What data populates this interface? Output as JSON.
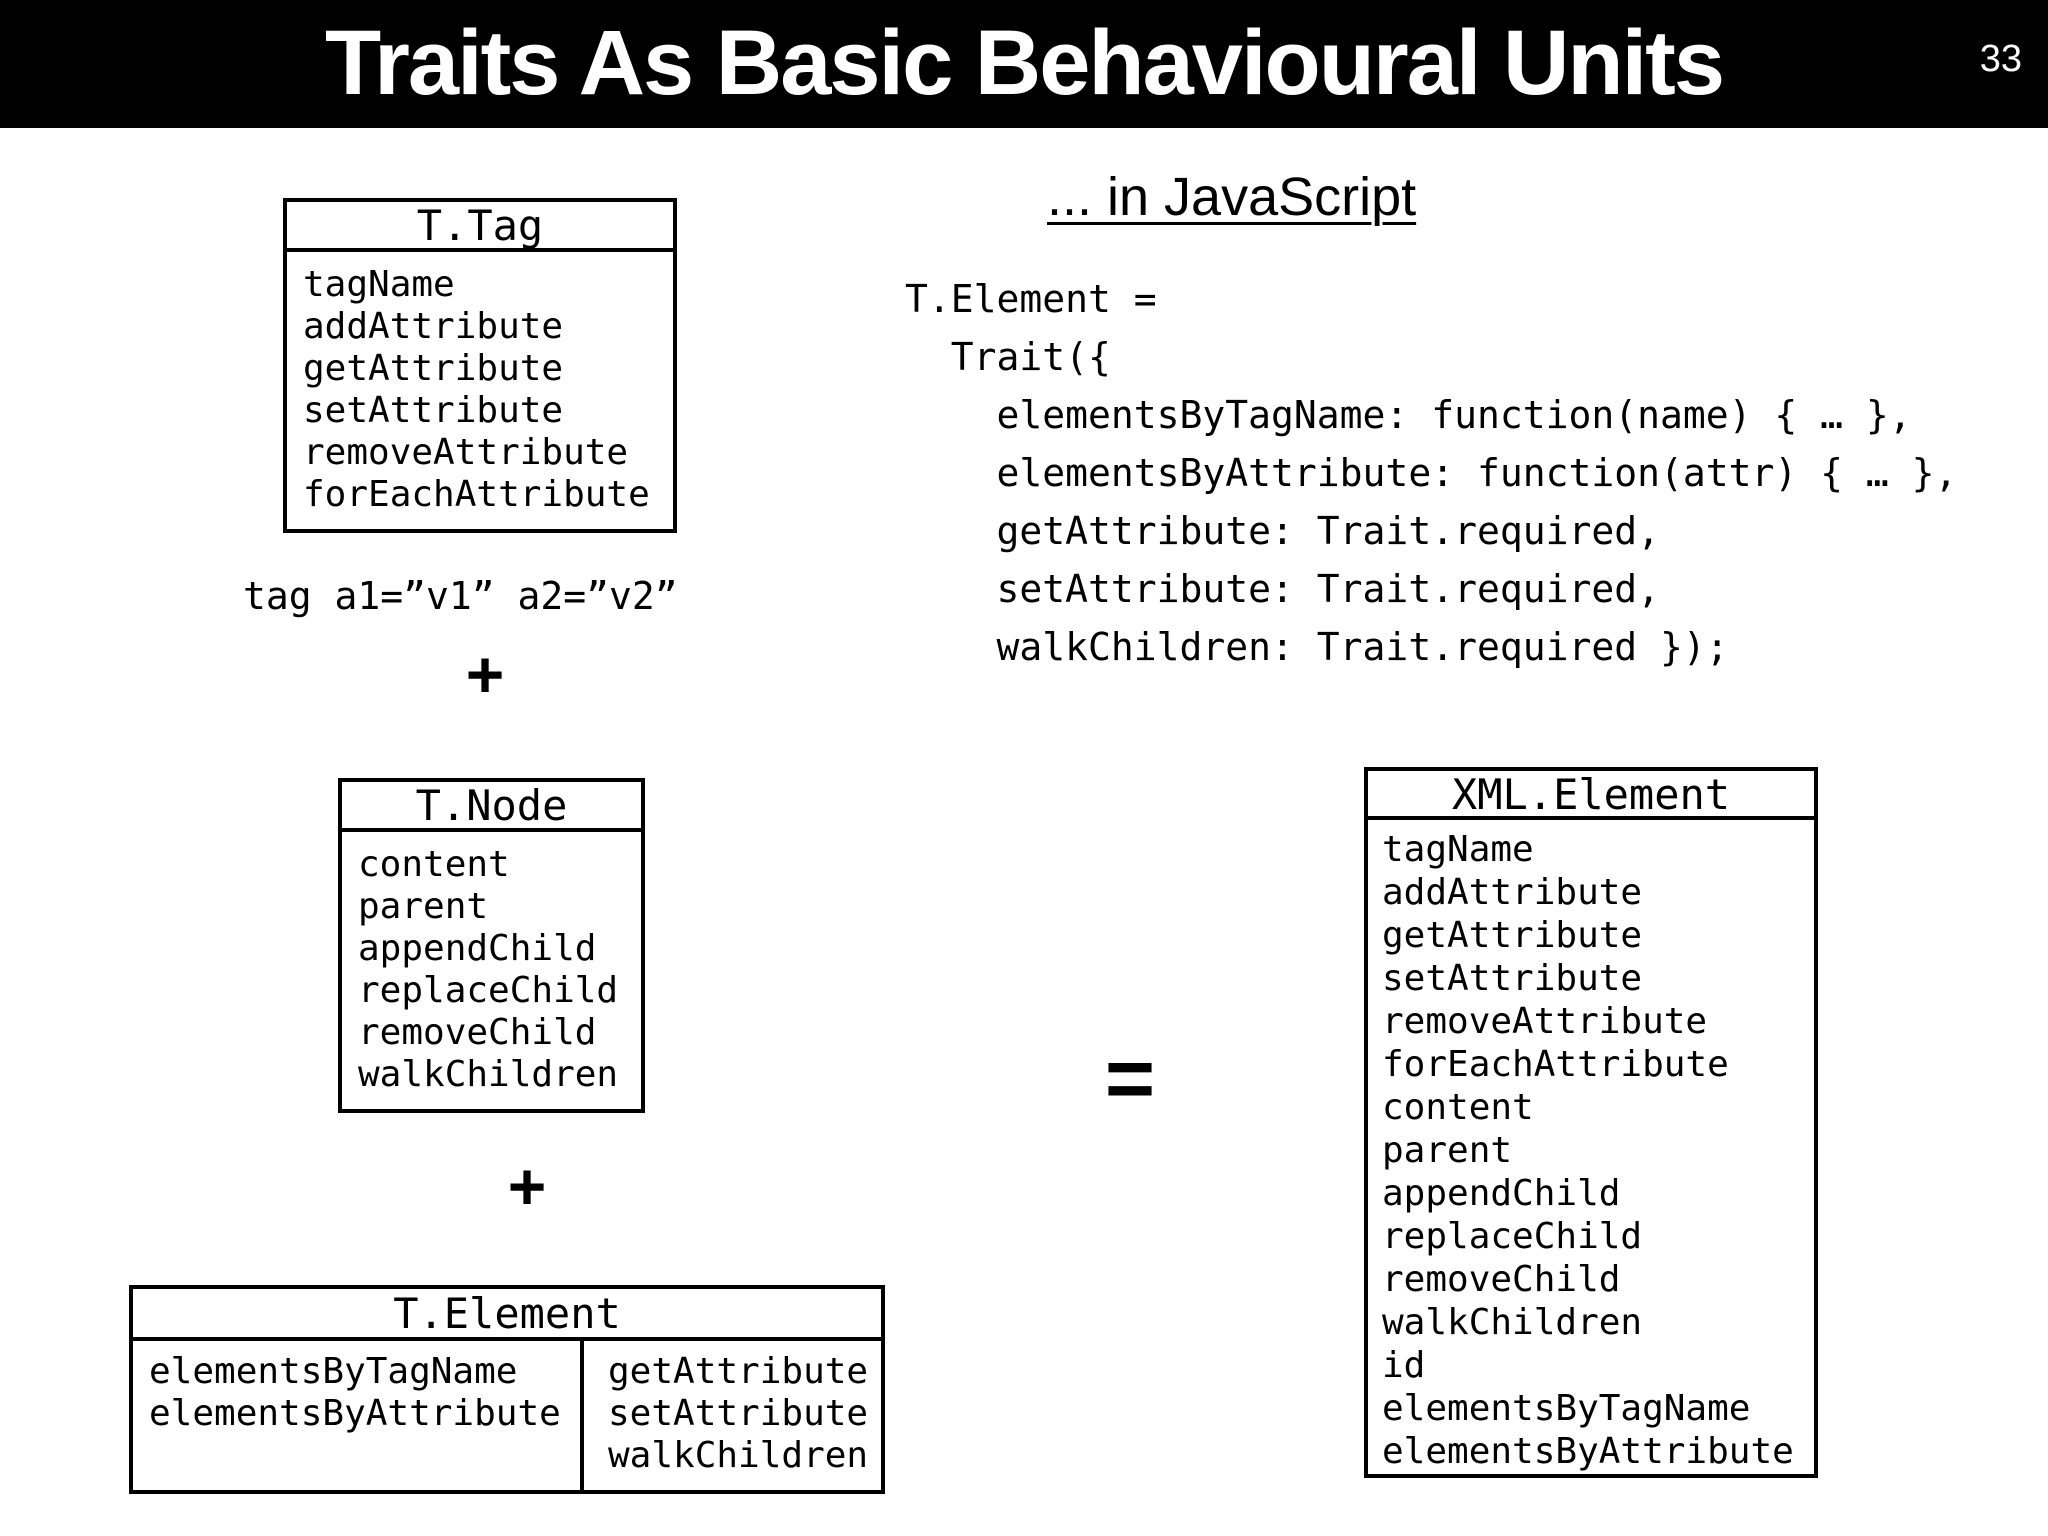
{
  "colors": {
    "background": "#ffffff",
    "header_bg": "#000000",
    "header_text": "#ffffff",
    "text": "#000000"
  },
  "header": {
    "title": "Traits As Basic Behavioural Units",
    "slide_number": "33"
  },
  "left_column": {
    "t_tag": {
      "title": "T.Tag",
      "members": [
        "tagName",
        "addAttribute",
        "getAttribute",
        "setAttribute",
        "removeAttribute",
        "forEachAttribute"
      ]
    },
    "tag_example": "tag a1=”v1” a2=”v2”",
    "plus_top": "+",
    "t_node": {
      "title": "T.Node",
      "members": [
        "content",
        "parent",
        "appendChild",
        "replaceChild",
        "removeChild",
        "walkChildren"
      ]
    },
    "plus_bottom": "+",
    "t_element": {
      "title": "T.Element",
      "left_members": [
        "elementsByTagName",
        "elementsByAttribute"
      ],
      "right_members": [
        "getAttribute",
        "setAttribute",
        "walkChildren"
      ]
    }
  },
  "right_column": {
    "heading": "... in JavaScript",
    "code_lines": [
      "T.Element =",
      "  Trait({",
      "    elementsByTagName: function(name) { … },",
      "    elementsByAttribute: function(attr) { … },",
      "    getAttribute: Trait.required,",
      "    setAttribute: Trait.required,",
      "    walkChildren: Trait.required });"
    ],
    "equals": "=",
    "xml_element": {
      "title": "XML.Element",
      "members": [
        "tagName",
        "addAttribute",
        "getAttribute",
        "setAttribute",
        "removeAttribute",
        "forEachAttribute",
        "content",
        "parent",
        "appendChild",
        "replaceChild",
        "removeChild",
        "walkChildren",
        "id",
        "elementsByTagName",
        "elementsByAttribute"
      ]
    }
  }
}
